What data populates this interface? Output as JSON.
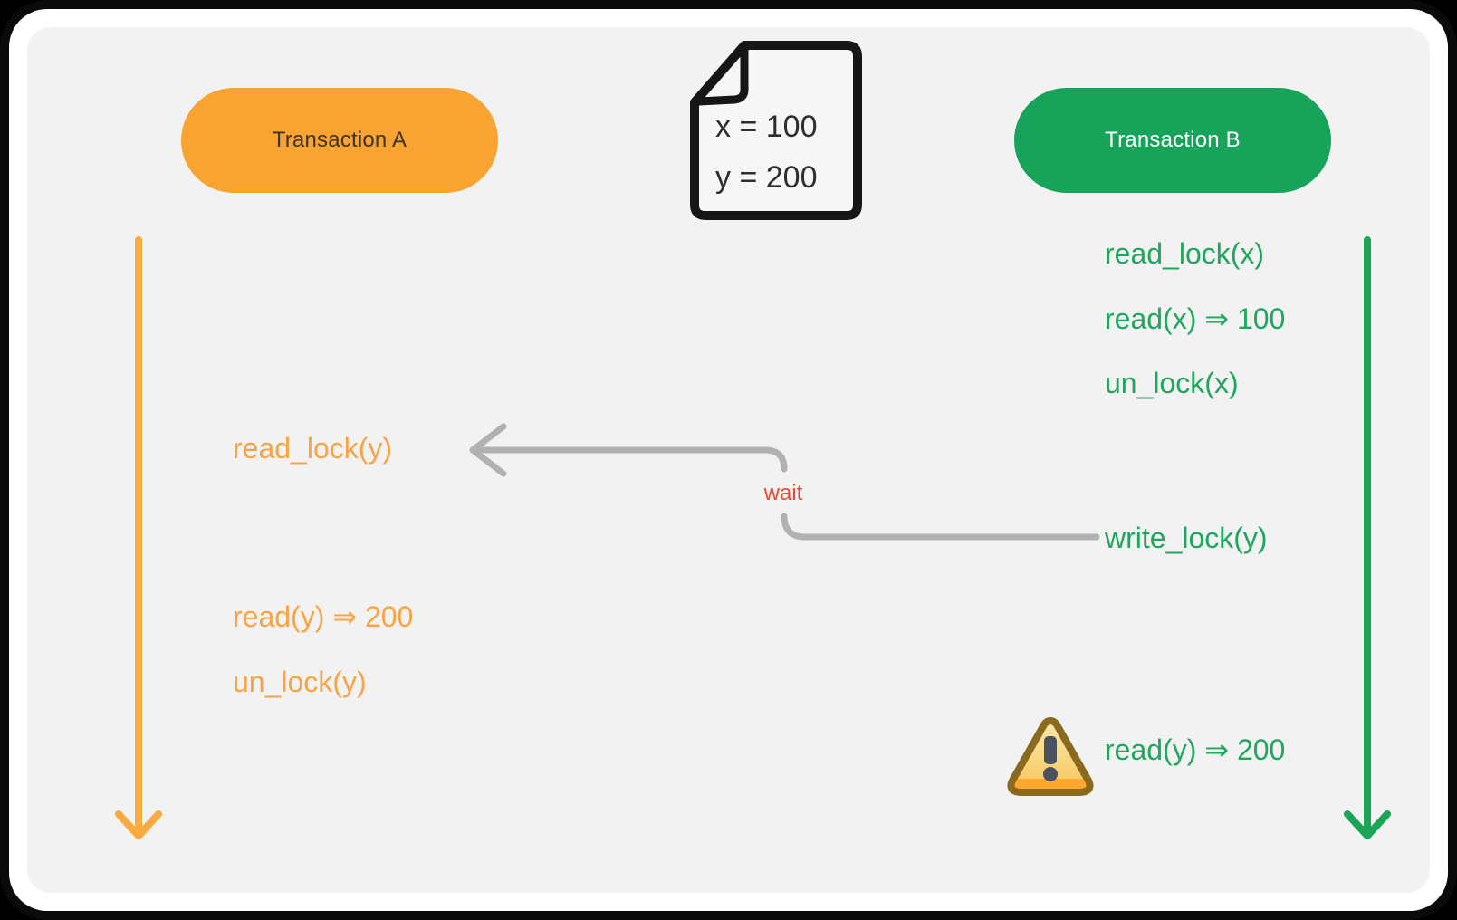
{
  "colors": {
    "orange": "#F8A332",
    "orange_text": "#F9A342",
    "green": "#17A45A",
    "green_text": "#1FA75D",
    "connector_gray": "#B1B1B1",
    "wait_red": "#F4472F",
    "panel_bg": "#F2F2F3"
  },
  "transaction_a": {
    "label": "Transaction A",
    "ops": [
      "read_lock(y)",
      "read(y) ⇒ 200",
      "un_lock(y)"
    ]
  },
  "transaction_b": {
    "label": "Transaction B",
    "ops": [
      "read_lock(x)",
      "read(x) ⇒ 100",
      "un_lock(x)",
      "write_lock(y)",
      "read(y) ⇒ 200"
    ]
  },
  "document_note": {
    "lines": [
      "x = 100",
      "y = 200"
    ]
  },
  "wait": {
    "label": "wait"
  },
  "icons": {
    "document": "document-page-icon",
    "warning": "warning-triangle-icon",
    "timeline_a": "down-arrow-orange-icon",
    "timeline_b": "down-arrow-green-icon",
    "wait_connector": "left-arrow-gray-icon"
  }
}
